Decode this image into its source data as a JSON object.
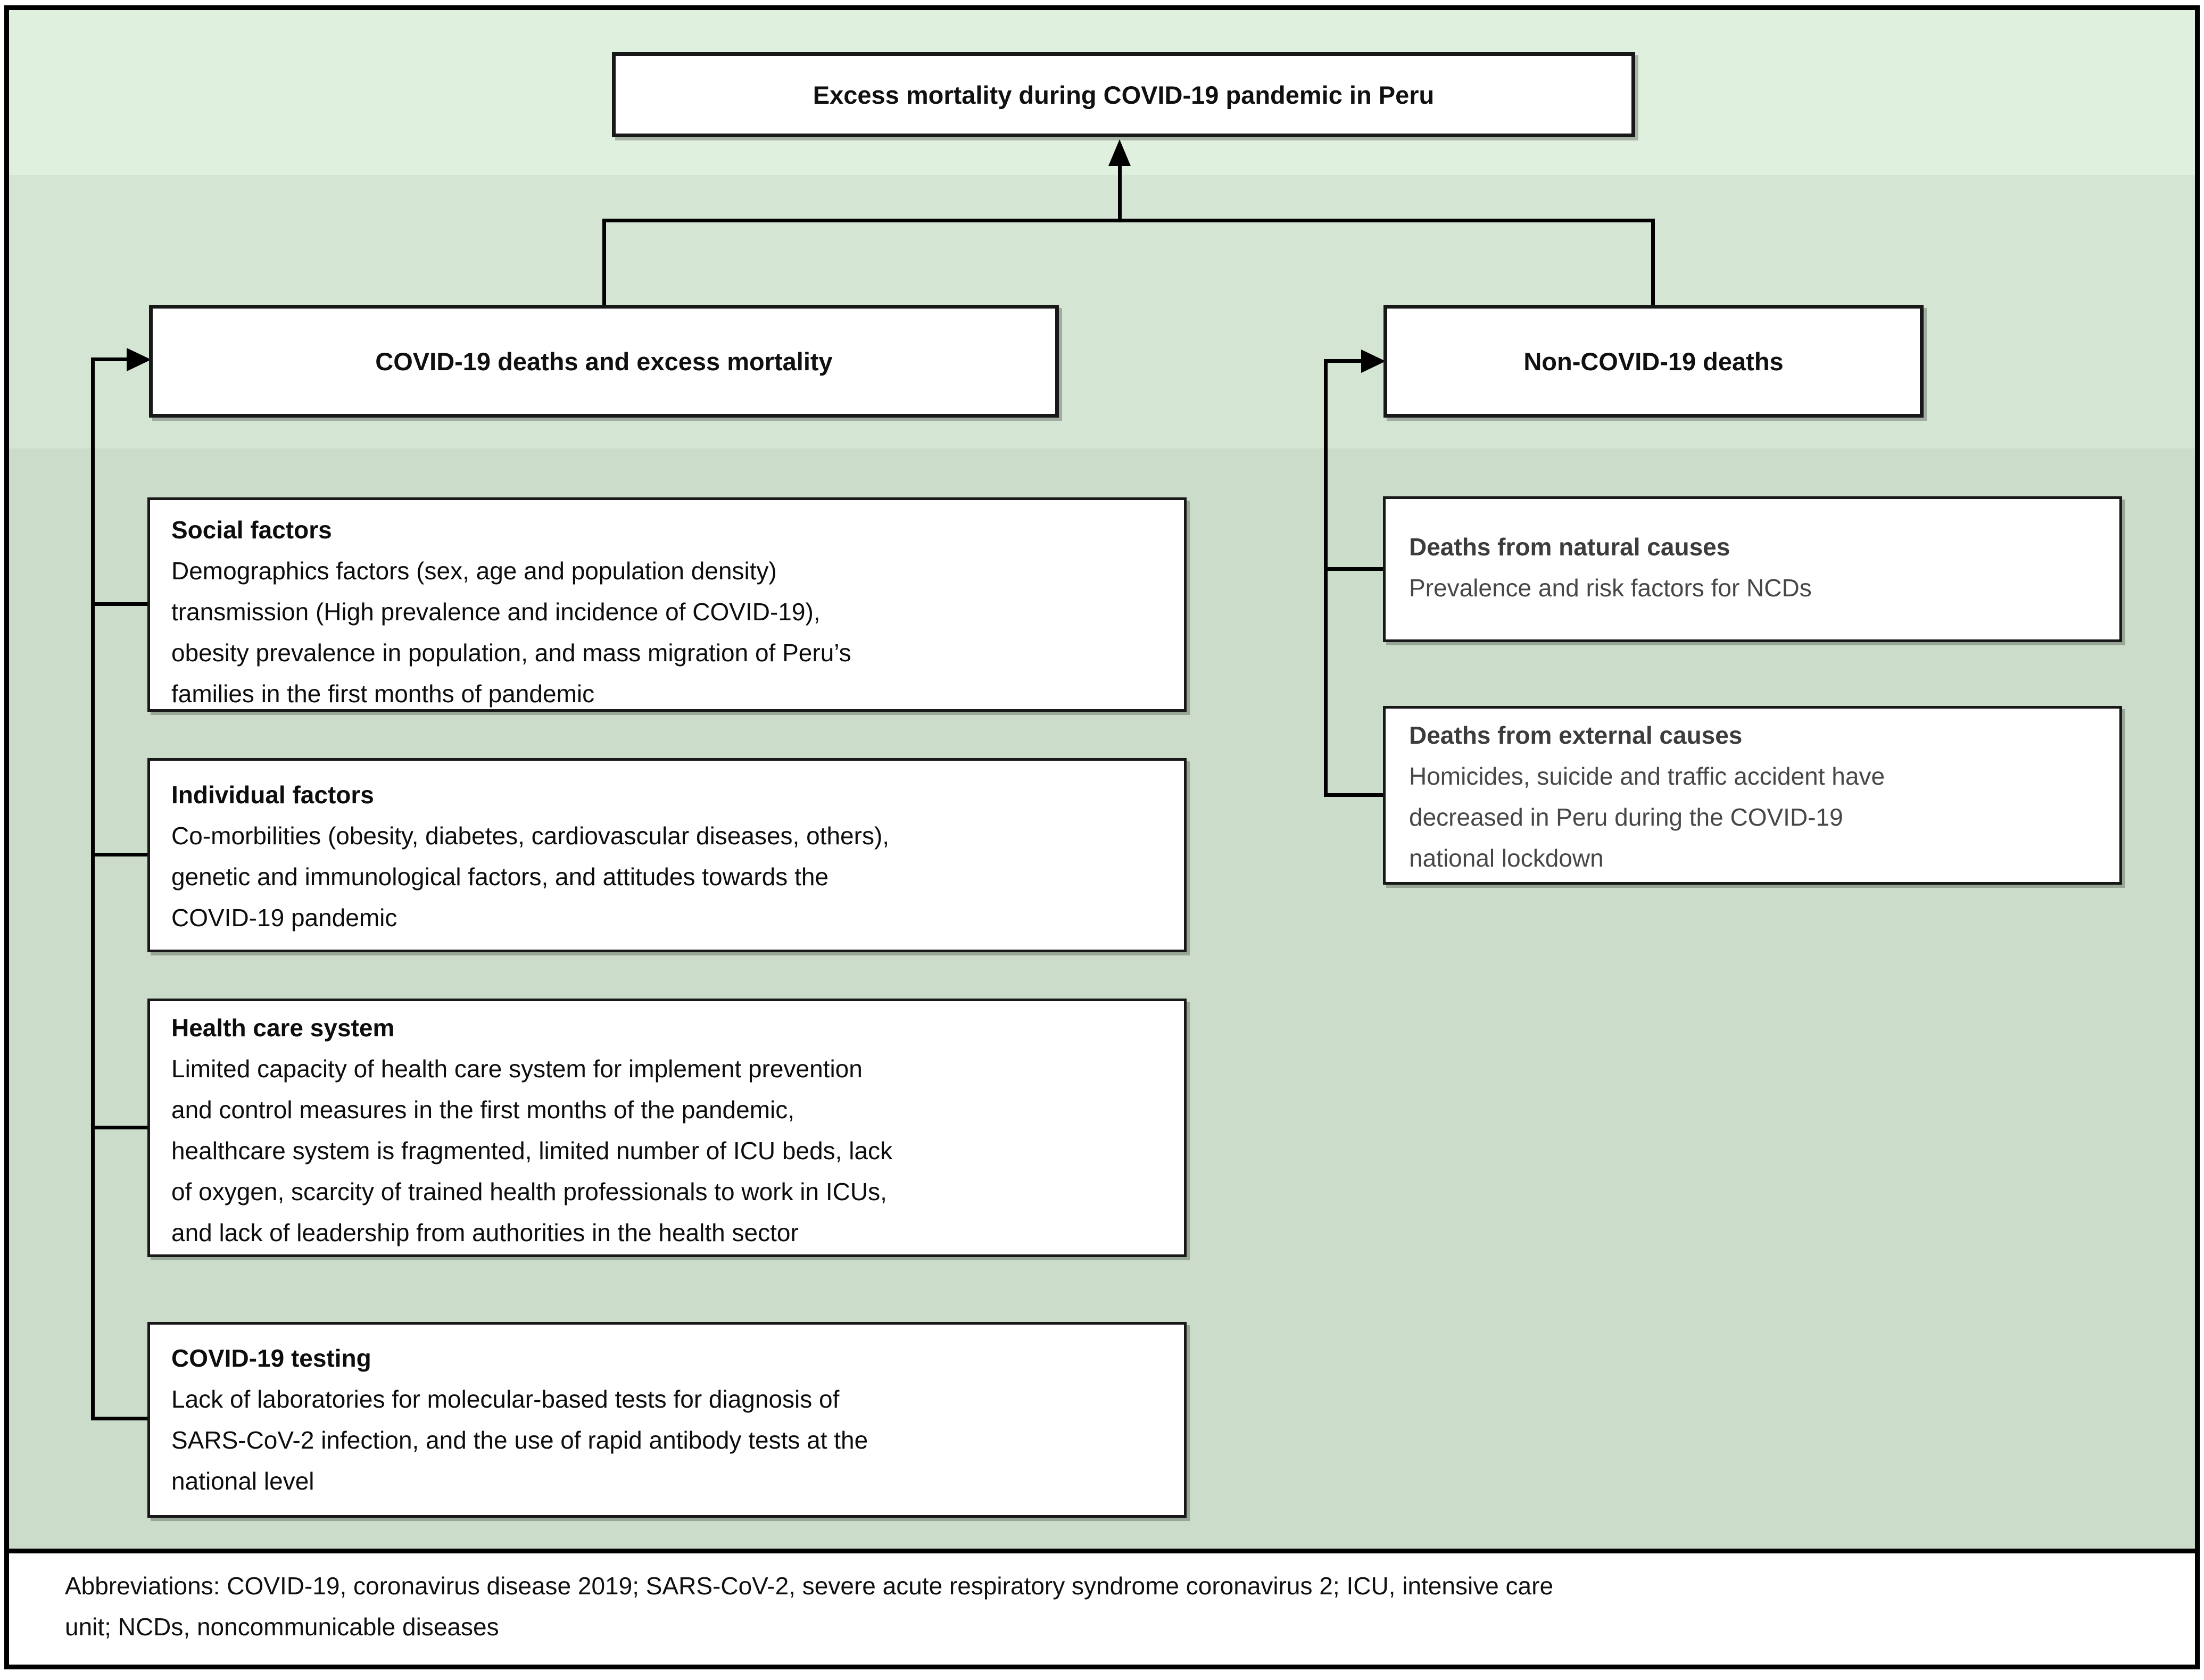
{
  "title_box": {
    "label": "Excess mortality during COVID-19 pandemic in Peru"
  },
  "branches": {
    "left": {
      "header": "COVID-19 deaths and excess mortality",
      "boxes": [
        {
          "title": "Social factors",
          "body": "Demographics factors (sex, age and population density)\ntransmission (High prevalence and incidence of COVID-19),\nobesity prevalence in population, and mass migration of Peru’s\nfamilies in the first months of pandemic"
        },
        {
          "title": "Individual factors",
          "body": "Co-morbilities (obesity, diabetes, cardiovascular diseases, others),\ngenetic and immunological factors, and attitudes towards the\nCOVID-19 pandemic"
        },
        {
          "title": "Health care system",
          "body": "Limited capacity of health care system for implement prevention\nand control measures in the first months of the pandemic,\nhealthcare system is fragmented, limited number of ICU beds, lack\nof oxygen, scarcity of trained health professionals to work in ICUs,\nand lack of leadership from authorities in the health sector"
        },
        {
          "title": "COVID-19 testing",
          "body": "Lack of laboratories for molecular-based tests for diagnosis of\nSARS-CoV-2 infection, and the use of rapid antibody tests at the\nnational level"
        }
      ]
    },
    "right": {
      "header": "Non-COVID-19 deaths",
      "boxes": [
        {
          "title": "Deaths from natural causes",
          "body": "Prevalence and risk factors for NCDs"
        },
        {
          "title": "Deaths from external causes",
          "body": "Homicides, suicide and traffic accident  have\ndecreased in Peru during the COVID-19\nnational lockdown"
        }
      ]
    }
  },
  "footer": {
    "abbreviations": "Abbreviations: COVID-19, coronavirus disease 2019; SARS-CoV-2, severe acute respiratory syndrome coronavirus 2; ICU, intensive care\nunit; NCDs, noncommunicable diseases"
  },
  "colors": {
    "band1": "#dff0de",
    "band2": "#d5e5d4",
    "band3": "#cbddca",
    "box-border": "#181818",
    "ink": "#0d0d0d",
    "ink-gray": "#474747"
  }
}
